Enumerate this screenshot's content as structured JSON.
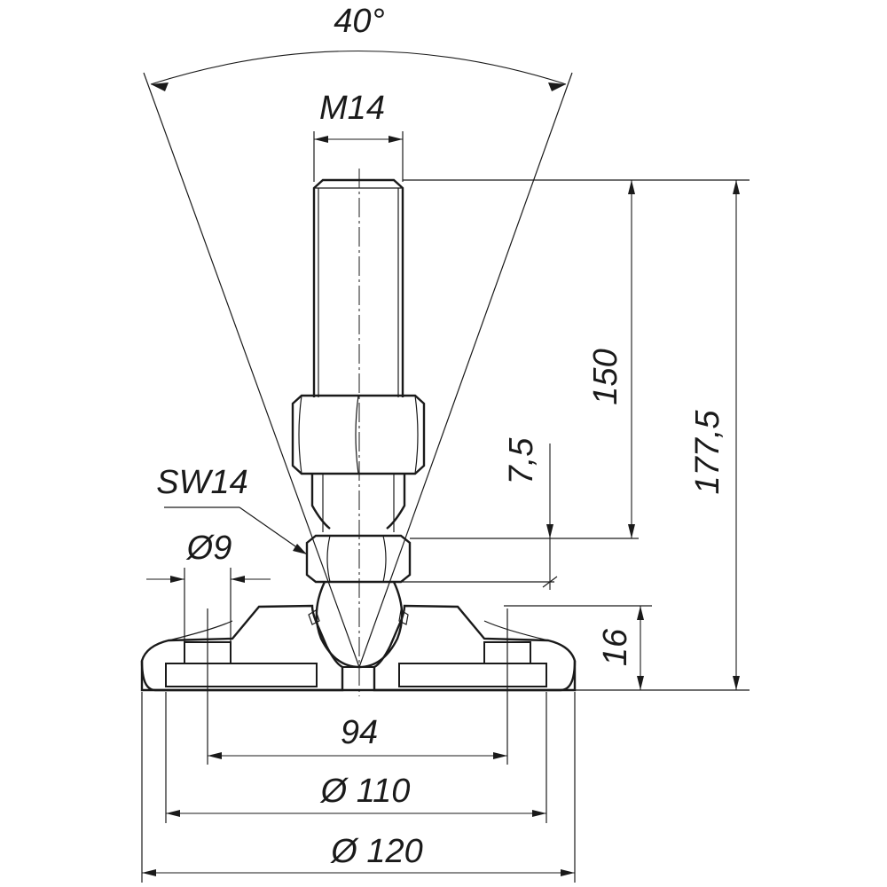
{
  "drawing": {
    "line_color": "#1a1a1a",
    "background": "#ffffff",
    "dimensions": {
      "angle": "40°",
      "thread": "M14",
      "wrench_size": "SW14",
      "hole_diameter": "Ø9",
      "height_150": "150",
      "height_177": "177,5",
      "offset": "7,5",
      "base_height": "16",
      "hole_spacing": "94",
      "inner_diameter": "Ø 110",
      "outer_diameter": "Ø 120"
    }
  }
}
